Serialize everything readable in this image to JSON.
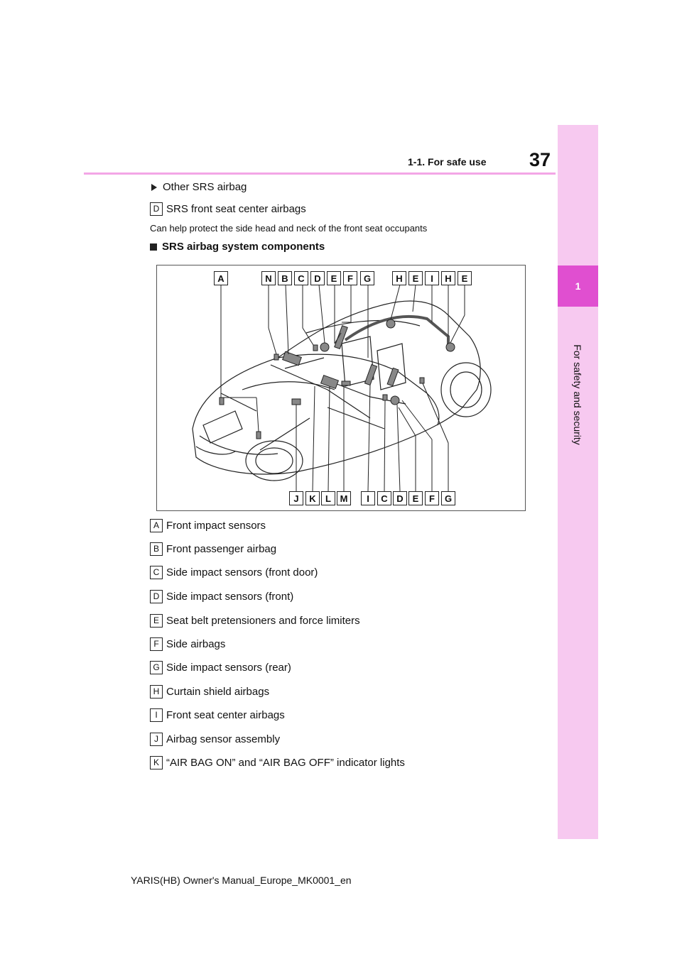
{
  "header": {
    "section": "1-1. For safe use",
    "page_number": "37"
  },
  "side_tab": {
    "chapter_number": "1",
    "chapter_title": "For safety and security"
  },
  "intro": {
    "bullet": "Other SRS airbag",
    "item": {
      "letter": "D",
      "text": "SRS front seat center airbags"
    },
    "note": "Can help protect the side head and neck of the front seat occupants"
  },
  "heading": "SRS airbag system components",
  "figure": {
    "top_labels": [
      "A",
      "N",
      "B",
      "C",
      "D",
      "E",
      "F",
      "G",
      "H",
      "E",
      "I",
      "H",
      "E"
    ],
    "bottom_labels": [
      "J",
      "K",
      "L",
      "M",
      "I",
      "C",
      "D",
      "E",
      "F",
      "G"
    ]
  },
  "legend": [
    {
      "letter": "A",
      "text": "Front impact sensors"
    },
    {
      "letter": "B",
      "text": "Front passenger airbag"
    },
    {
      "letter": "C",
      "text": "Side impact sensors (front door)"
    },
    {
      "letter": "D",
      "text": "Side impact sensors (front)"
    },
    {
      "letter": "E",
      "text": "Seat belt pretensioners and force limiters"
    },
    {
      "letter": "F",
      "text": "Side airbags"
    },
    {
      "letter": "G",
      "text": "Side impact sensors (rear)"
    },
    {
      "letter": "H",
      "text": "Curtain shield airbags"
    },
    {
      "letter": "I",
      "text": "Front seat center airbags"
    },
    {
      "letter": "J",
      "text": "Airbag sensor assembly"
    },
    {
      "letter": "K",
      "text": "“AIR BAG ON” and “AIR BAG OFF” indicator lights"
    }
  ],
  "footer": "YARIS(HB) Owner's Manual_Europe_MK0001_en"
}
